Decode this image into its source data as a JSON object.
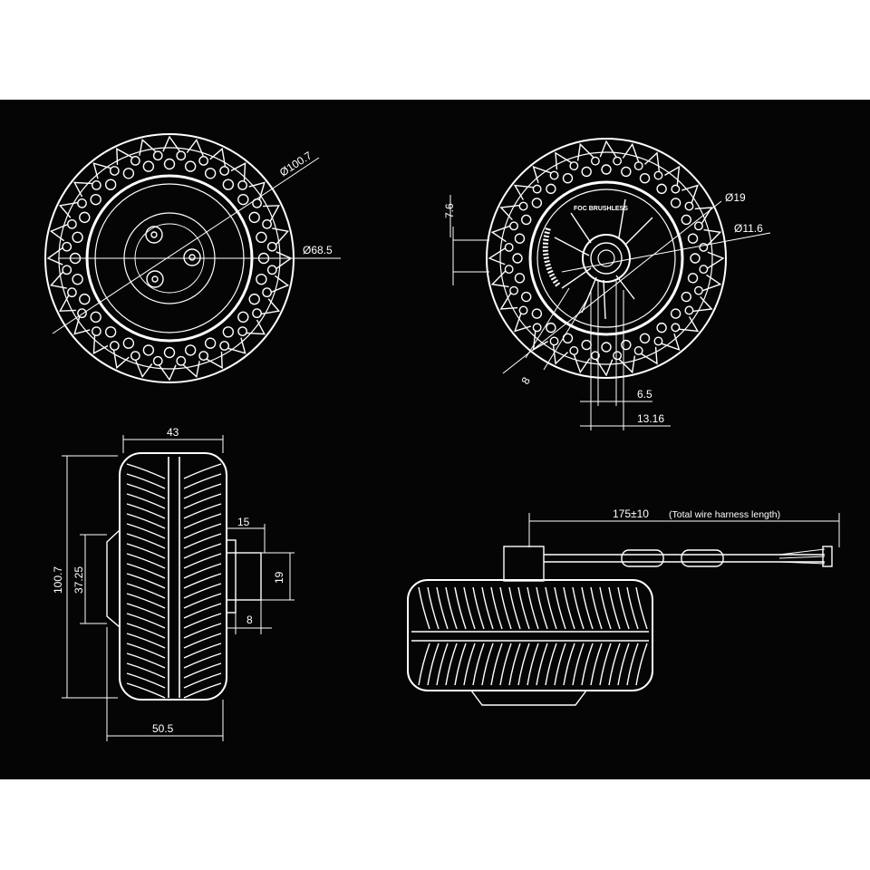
{
  "diagram": {
    "front_view": {
      "outer_diameter": "Ø100.7",
      "rim_diameter": "Ø68.5"
    },
    "rear_view": {
      "hub_diameter": "Ø19",
      "bore_diameter": "Ø11.6",
      "flange_height": "7.6",
      "spoke_width": "8",
      "shaft_width": "6.5",
      "shaft_span": "13.16",
      "logo_text": "FOC BRUSHLESS"
    },
    "side_view": {
      "tread_width": "43",
      "overall_height": "100.7",
      "rim_height": "37.25",
      "shaft_length": "15",
      "shaft_diameter": "19",
      "shaft_step": "8",
      "overall_width": "50.5"
    },
    "cable_view": {
      "wire_length": "175±10",
      "wire_note": "(Total wire harness length)"
    },
    "colors": {
      "background": "#050505",
      "line": "#ffffff",
      "page": "#ffffff"
    }
  }
}
